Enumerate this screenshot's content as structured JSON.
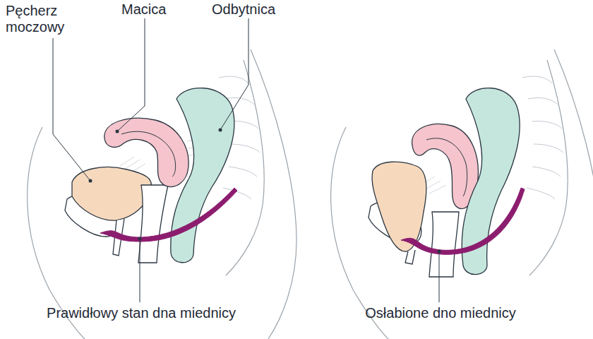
{
  "diagram": {
    "labels": [
      "Pęcherz moczowy",
      "Macica",
      "Odbytnica",
      "Prawidłowy stan dna miednicy",
      "Osłabione dno miednicy"
    ]
  }
}
